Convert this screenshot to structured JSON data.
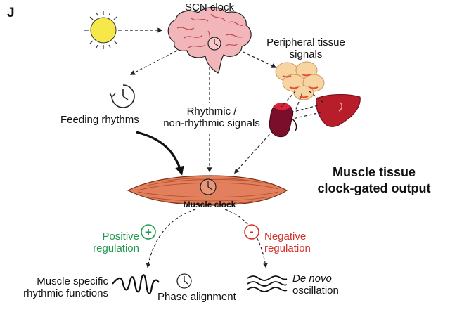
{
  "panel_label": "J",
  "nodes": {
    "scn_clock": "SCN clock",
    "peripheral_line1": "Peripheral tissue",
    "peripheral_line2": "signals",
    "feeding": "Feeding rhythms",
    "rhythmic_line1": "Rhythmic /",
    "rhythmic_line2": "non-rhythmic signals",
    "muscle_clock": "Muscle clock",
    "output_line1": "Muscle tissue",
    "output_line2": "clock-gated output",
    "positive_line1": "Positive",
    "positive_line2": "regulation",
    "positive_symbol": "+",
    "negative_line1": "Negative",
    "negative_line2": "regulation",
    "negative_symbol": "-",
    "muscle_specific_line1": "Muscle specific",
    "muscle_specific_line2": "rhythmic functions",
    "phase_alignment": "Phase alignment",
    "de_novo": "De novo",
    "oscillation": "oscillation"
  },
  "colors": {
    "positive": "#1e9a4c",
    "negative": "#d5312a",
    "brain": "#f2b6ba",
    "muscle": "#e27f5c",
    "sun": "#f7e84a",
    "fat": "#f8d4a0",
    "liver": "#b81d2a",
    "kidney": "#7b0f2b"
  },
  "icons": [
    "sun-icon",
    "brain-icon",
    "clock-icon",
    "adipose-icon",
    "liver-icon",
    "kidney-icon",
    "muscle-icon",
    "wave-icon"
  ]
}
